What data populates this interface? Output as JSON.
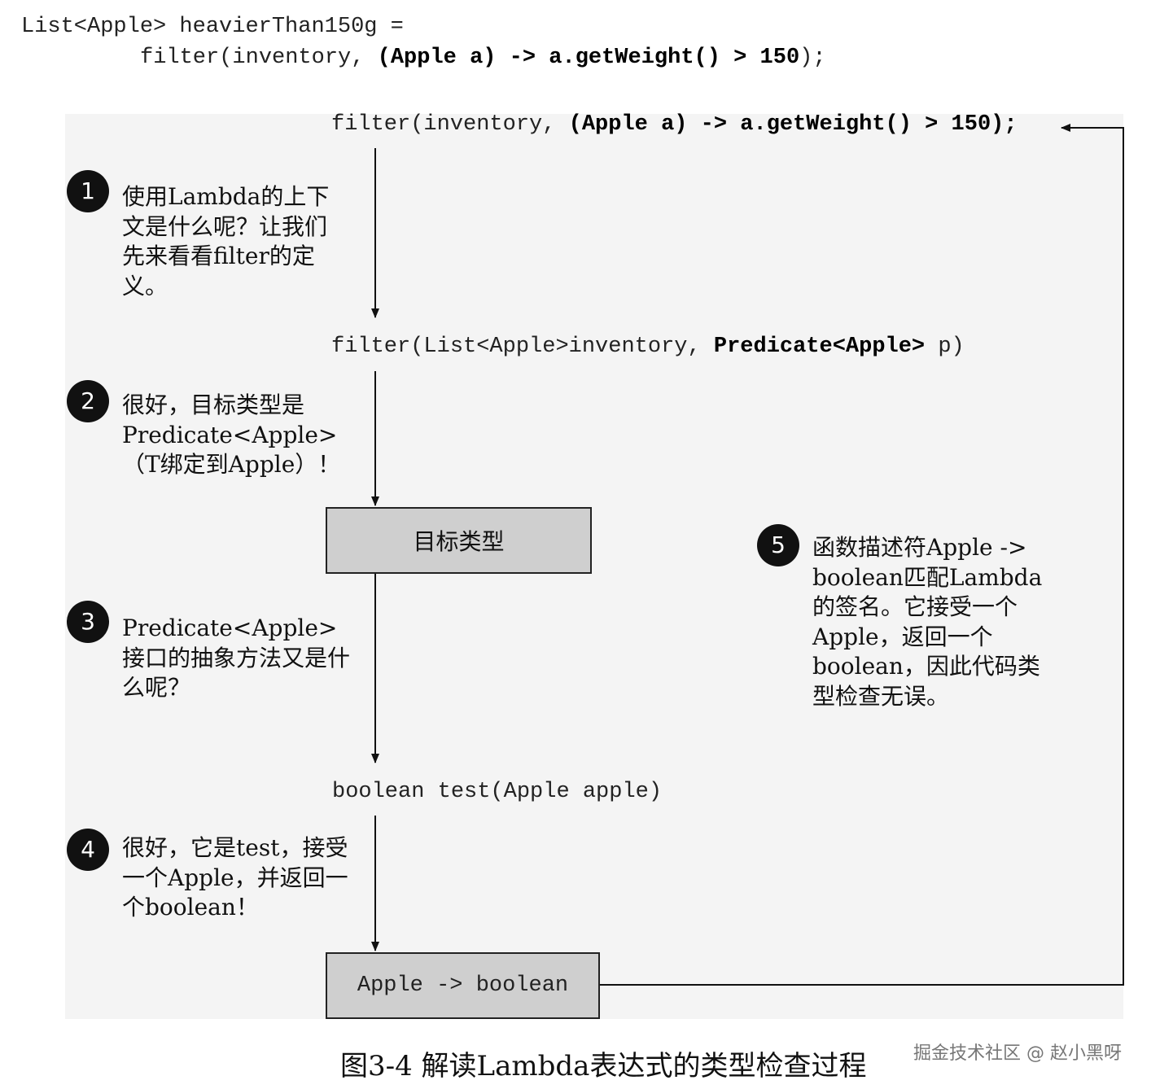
{
  "top_code": {
    "line1": "List<Apple> heavierThan150g =",
    "line2_pre": "filter(inventory, ",
    "line2_bold": "(Apple a) -> a.getWeight() > 150",
    "line2_post": ");"
  },
  "diagram": {
    "code_filter_call": {
      "pre": "filter(inventory, ",
      "bold": "(Apple a) -> a.getWeight() > 150);"
    },
    "code_filter_def": {
      "pre": "filter(List<Apple>inventory, ",
      "bold": "Predicate<Apple>",
      "post": " p)"
    },
    "code_test": "boolean test(Apple apple)",
    "box_target": "目标类型",
    "box_signature": "Apple -> boolean",
    "steps": [
      {
        "num": "1",
        "text": "使用Lambda的上下文是什么呢？让我们先来看看filter的定义。"
      },
      {
        "num": "2",
        "text": "很好，目标类型是Predicate<Apple>（T绑定到Apple）！"
      },
      {
        "num": "3",
        "text": "Predicate<Apple>接口的抽象方法又是什么呢？"
      },
      {
        "num": "4",
        "text": "很好，它是test，接受一个Apple，并返回一个boolean！"
      },
      {
        "num": "5",
        "text": "函数描述符Apple -> boolean匹配Lambda的签名。它接受一个Apple，返回一个boolean，因此代码类型检查无误。"
      }
    ]
  },
  "caption": "图3-4 解读Lambda表达式的类型检查过程",
  "watermark": "掘金技术社区 @ 赵小黑呀"
}
